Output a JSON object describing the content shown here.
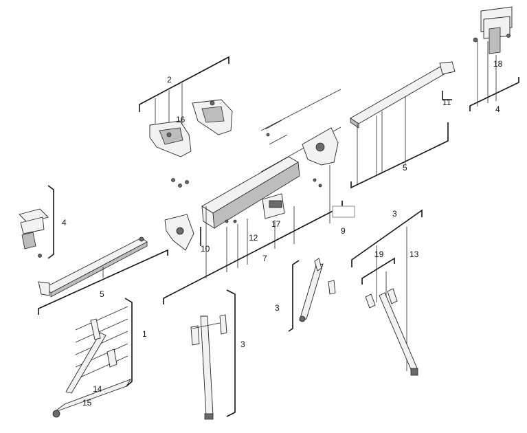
{
  "callouts": {
    "c2": "2",
    "c16": "16",
    "c18": "18",
    "c4_top_right": "4",
    "c11": "11",
    "c5_right": "5",
    "c4_left": "4",
    "c10": "10",
    "c17": "17",
    "c12": "12",
    "c7": "7",
    "c9": "9",
    "c3_top": "3",
    "c19": "19",
    "c13": "13",
    "c5_left": "5",
    "c3_mid": "3",
    "c1": "1",
    "c3_bottom": "3",
    "c14": "14",
    "c15": "15"
  }
}
